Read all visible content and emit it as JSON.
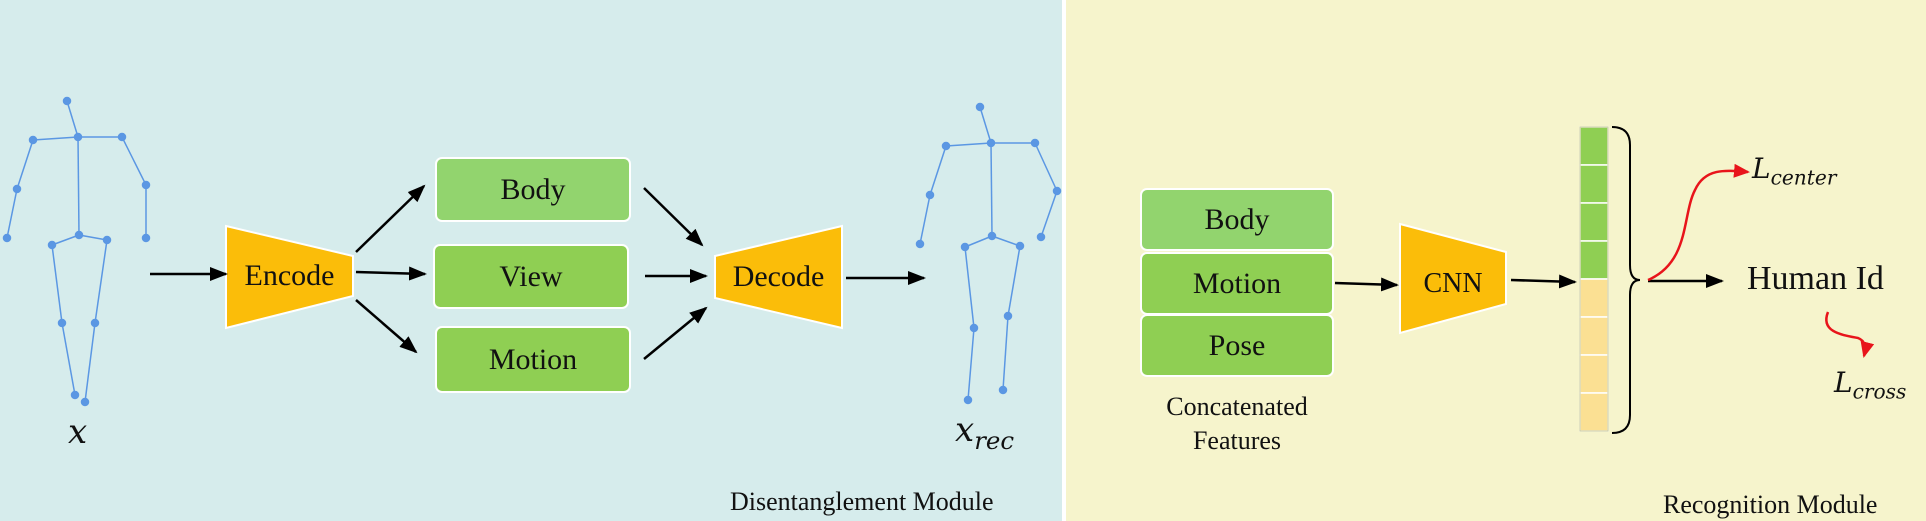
{
  "disentanglement": {
    "module_label": "Disentanglement Module",
    "input_symbol": "x",
    "output_symbol": {
      "base": "x",
      "sub": "rec"
    },
    "encode_label": "Encode",
    "decode_label": "Decode",
    "feature_boxes": [
      "Body",
      "View",
      "Motion"
    ]
  },
  "recognition": {
    "module_label": "Recognition Module",
    "concat_boxes": [
      "Body",
      "Motion",
      "Pose"
    ],
    "concat_caption_line1": "Concatenated",
    "concat_caption_line2": "Features",
    "cnn_label": "CNN",
    "output_label": "Human Id",
    "loss_center": {
      "base": "L",
      "sub": "center"
    },
    "loss_cross": {
      "base": "L",
      "sub": "cross"
    },
    "vector_cells": {
      "green": 4,
      "yellow": 4
    }
  },
  "colors": {
    "left_bg": "#d6ecec",
    "right_bg": "#f6f4cc",
    "trapezoid": "#fbbd09",
    "box_green_light": "#92d46e",
    "box_green": "#8fcf53",
    "skeleton": "#5b97e3",
    "loss_arrow": "#e8141b",
    "vector_green": "#8fcf53",
    "vector_yellow": "#fbe093"
  }
}
